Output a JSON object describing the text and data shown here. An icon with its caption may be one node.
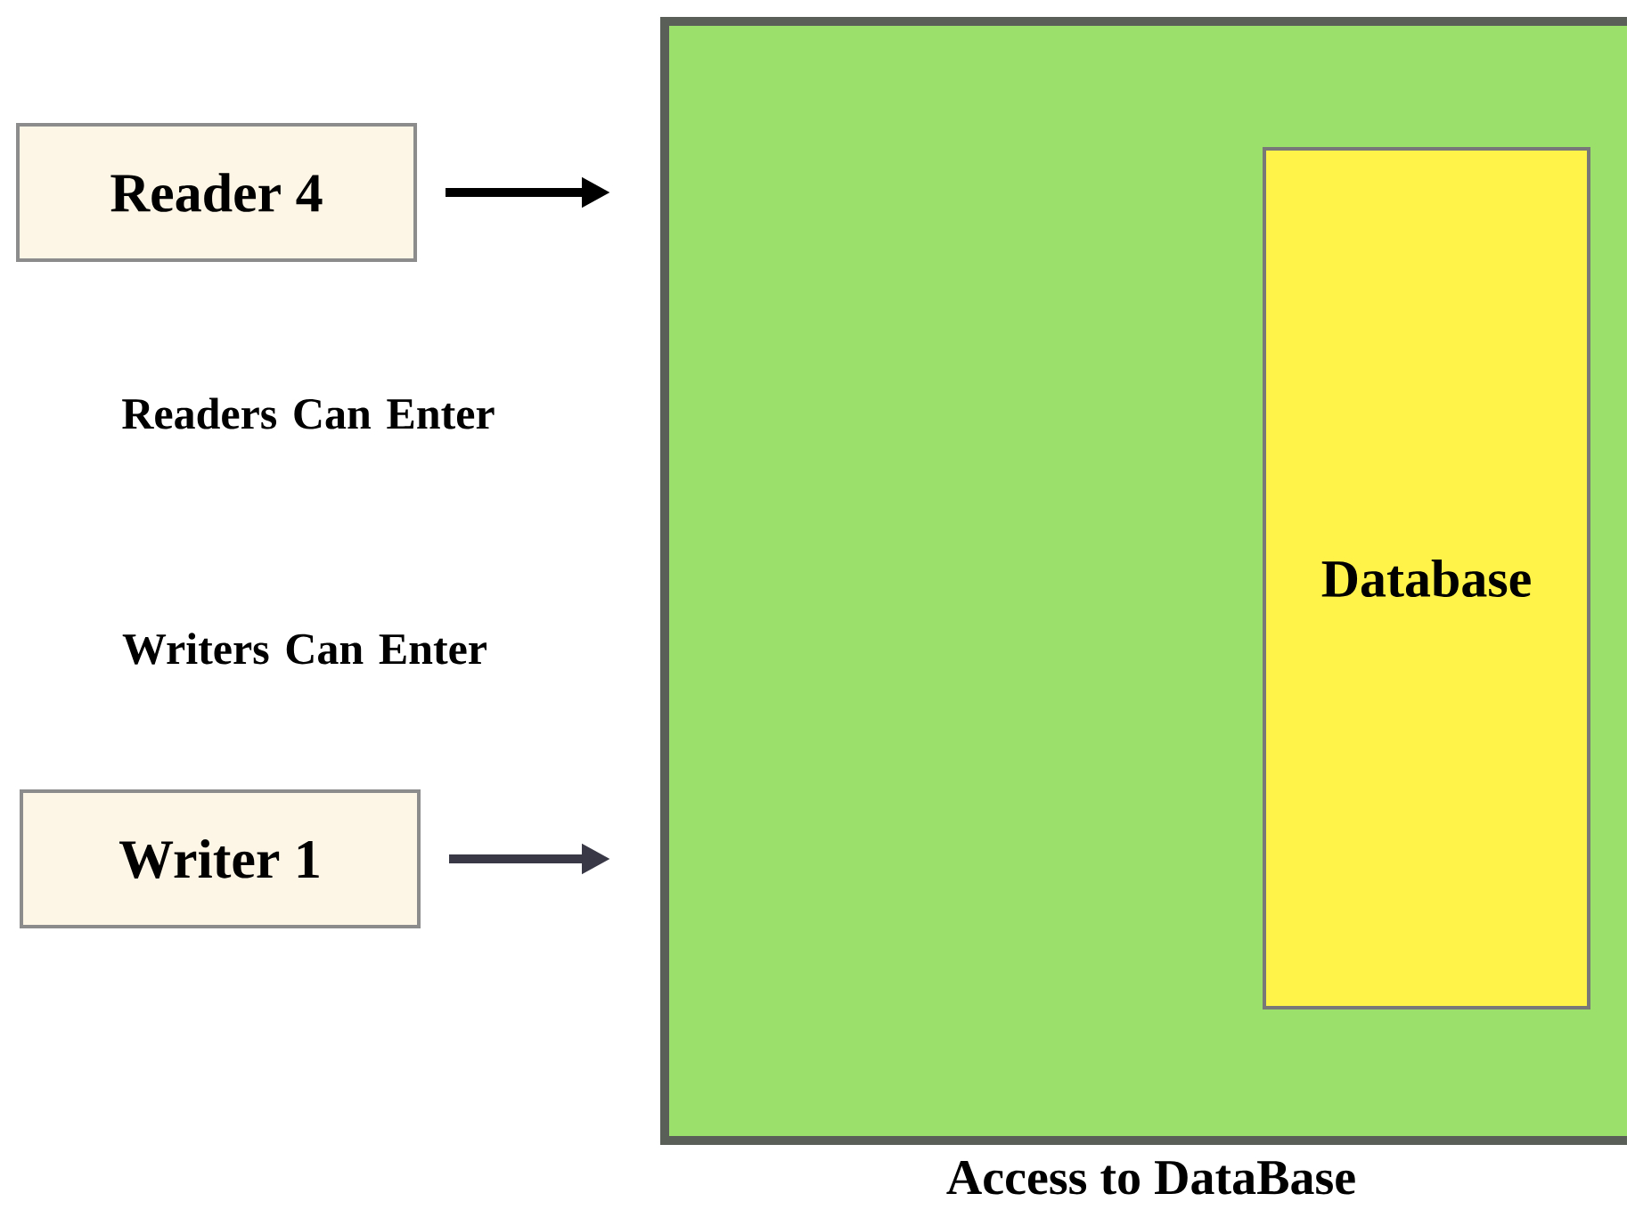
{
  "diagram": {
    "nodes": [
      {
        "text": [
          "Reader 4"
        ]
      },
      {
        "text": [
          "Writer 1"
        ]
      },
      {
        "text": [
          "Access to DataBase"
        ]
      },
      {
        "text": [
          "Database"
        ],
        "in": 2
      }
    ],
    "edges": [
      {
        "from": 0,
        "to": 2,
        "arrow": "to"
      },
      {
        "from": 1,
        "to": 2,
        "arrow": "to",
        "color": "#383846"
      }
    ],
    "labels": [
      "Readers Can Enter",
      "Writers Can Enter"
    ]
  }
}
